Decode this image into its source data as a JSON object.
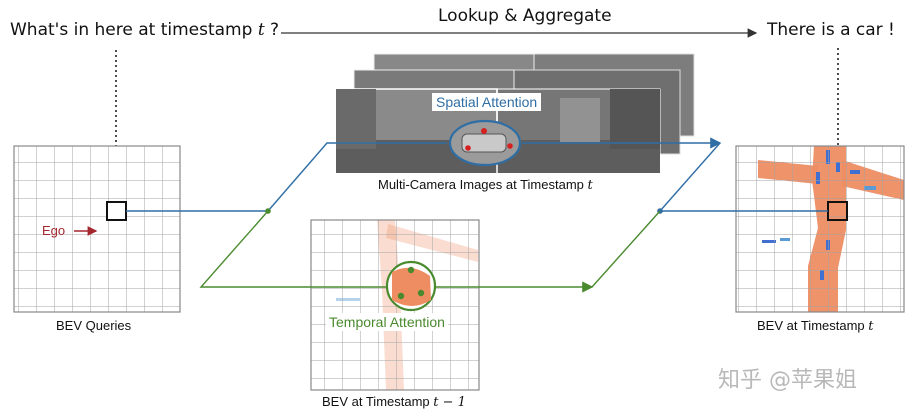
{
  "question": {
    "prefix": "What's in here at timestamp ",
    "var": "t",
    "suffix": " ?"
  },
  "process_label": "Lookup & Aggregate",
  "answer": "There is a car !",
  "bev_queries_label": "BEV Queries",
  "ego_label": "Ego",
  "camera_label": {
    "text": "Multi-Camera Images at Timestamp ",
    "var": "t"
  },
  "spatial_attention_label": "Spatial Attention",
  "temporal_attention_label": "Temporal Attention",
  "bev_prev_label": {
    "text": "BEV at Timestamp ",
    "var": "t − 1"
  },
  "bev_current_label": {
    "text": "BEV at Timestamp ",
    "var": "t"
  },
  "watermark": "知乎 @苹果姐",
  "colors": {
    "spatial": "#2f6ea5",
    "temporal": "#4a8a2e",
    "ego": "#a3272d",
    "road": "#ee8d62",
    "grid": "#9a9a9a"
  }
}
